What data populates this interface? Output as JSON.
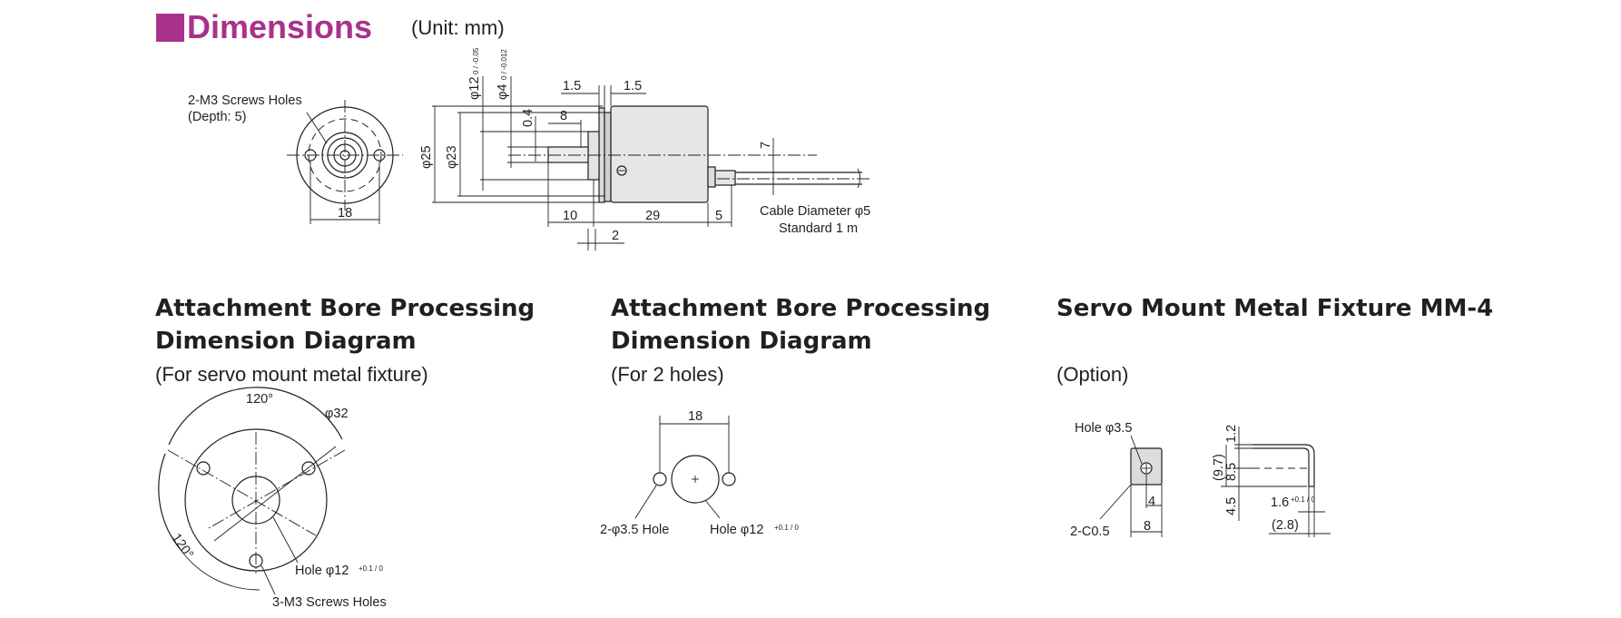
{
  "header": {
    "title": "Dimensions",
    "unit": "(Unit: mm)"
  },
  "encoder": {
    "front_labels": {
      "holes": "2-M3 Screws Holes",
      "depth": "(Depth: 5)",
      "width": "18"
    },
    "side_labels": {
      "d12": "φ12",
      "d12_tol": "0 / -0.05",
      "d4": "φ4",
      "d4_tol": "0 / -0.012",
      "flange_left": "1.5",
      "flange_right": "1.5",
      "d25": "φ25",
      "d23": "φ23",
      "flat": "0.4",
      "flat_len": "8",
      "cable_offset": "7",
      "shaft_len": "10",
      "body_len": "29",
      "gland_len": "5",
      "step": "2",
      "cable_line1": "Cable Diameter φ5",
      "cable_line2": "Standard 1 m"
    }
  },
  "sections": [
    {
      "heading_line1": "Attachment Bore Processing",
      "heading_line2": "Dimension Diagram",
      "sub": "(For servo mount metal fixture)"
    },
    {
      "heading_line1": "Attachment Bore Processing",
      "heading_line2": "Dimension Diagram",
      "sub": "(For 2 holes)"
    },
    {
      "heading_line1": "Servo Mount Metal Fixture MM-4",
      "heading_line2": "",
      "sub": "(Option)"
    }
  ],
  "servo_bore": {
    "angle_top": "120°",
    "angle_left": "120°",
    "pcd": "φ32",
    "hole": "Hole φ12",
    "hole_tol": "+0.1 / 0",
    "screws": "3-M3 Screws Holes"
  },
  "two_hole": {
    "spacing": "18",
    "small_holes": "2-φ3.5 Hole",
    "hole": "Hole φ12",
    "hole_tol": "+0.1 / 0"
  },
  "fixture": {
    "hole": "Hole φ3.5",
    "chamfer": "2-C0.5",
    "dim4": "4",
    "dim8": "8",
    "d12": "1.2",
    "d97": "(9.7)",
    "d85": "8.5",
    "d45": "4.5",
    "d16": "1.6",
    "d16_tol": "+0.1 / 0",
    "d28": "(2.8)"
  }
}
